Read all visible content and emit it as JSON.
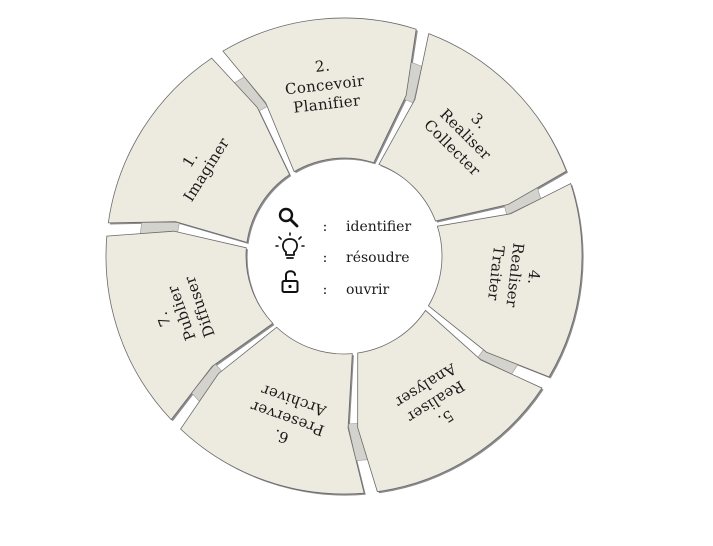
{
  "cycle": {
    "steps": [
      {
        "number": "1.",
        "lines": [
          "Imaginer"
        ]
      },
      {
        "number": "2.",
        "lines": [
          "Concevoir",
          "Planifier"
        ]
      },
      {
        "number": "3.",
        "lines": [
          "Realiser",
          "Collecter"
        ]
      },
      {
        "number": "4.",
        "lines": [
          "Realiser",
          "Traiter"
        ]
      },
      {
        "number": "5.",
        "lines": [
          "Realiser",
          "Analyser"
        ]
      },
      {
        "number": "6.",
        "lines": [
          "Preserver",
          "Archiver"
        ]
      },
      {
        "number": "7.",
        "lines": [
          "Publier",
          "Diffuser"
        ]
      }
    ]
  },
  "legend": {
    "items": [
      {
        "icon": "search-icon",
        "separator": ":",
        "label": "identifier"
      },
      {
        "icon": "lightbulb-icon",
        "separator": ":",
        "label": "résoudre"
      },
      {
        "icon": "open-lock-icon",
        "separator": ":",
        "label": "ouvrir"
      }
    ]
  },
  "colors": {
    "segment_fill": "#edebe0",
    "connector_fill": "#d4d2cc",
    "outline": "#6a6a6a"
  }
}
